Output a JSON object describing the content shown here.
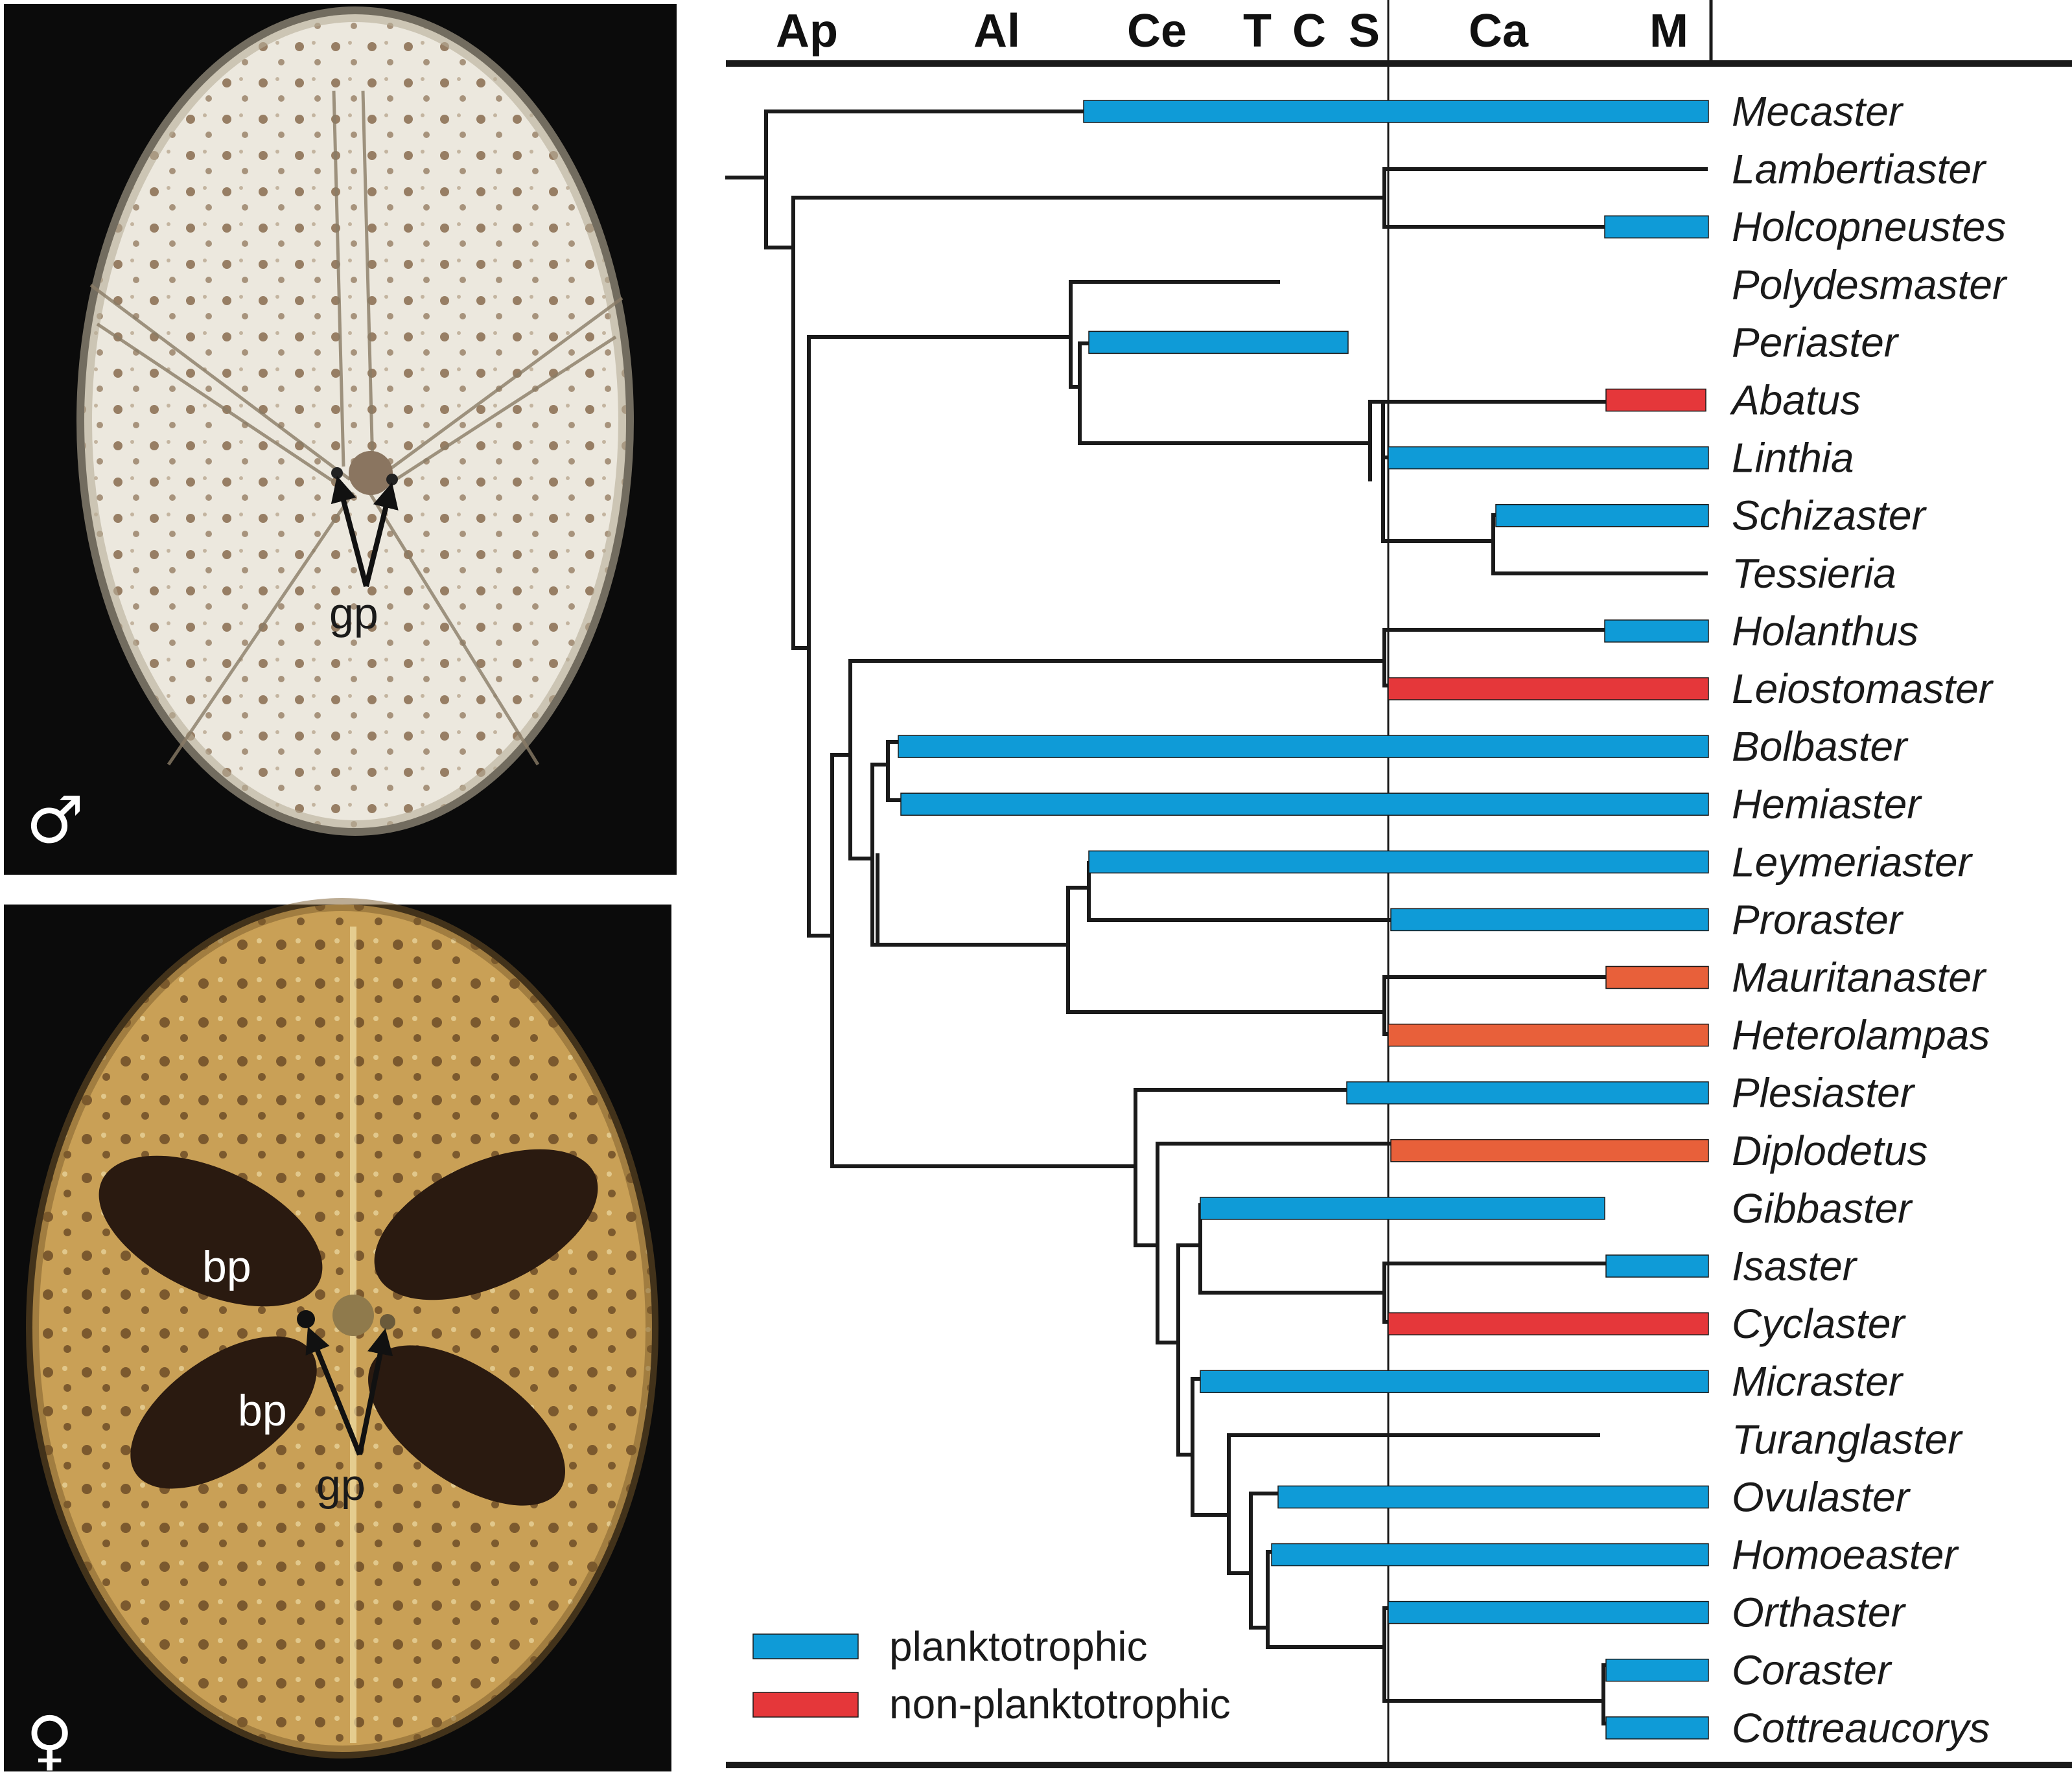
{
  "colors": {
    "planktotrophic": "#0f9bd7",
    "non_planktotrophic_red": "#e5373a",
    "non_planktotrophic_orange": "#e8603a",
    "male_test": "#ece8de",
    "female_test": "#c9a056",
    "photo_background": "#0b0b0b"
  },
  "photos": {
    "male": {
      "sex_symbol": "♂",
      "label_gp": "gp"
    },
    "female": {
      "sex_symbol": "♀",
      "label_bp_upper": "bp",
      "label_bp_lower": "bp",
      "label_gp": "gp"
    }
  },
  "chart_data": {
    "type": "phylogeny-timeline",
    "stages": [
      "Ap",
      "Al",
      "Ce",
      "T",
      "C",
      "S",
      "Ca",
      "M"
    ],
    "legend": [
      {
        "label": "planktotrophic",
        "color_key": "planktotrophic"
      },
      {
        "label": "non-planktotrophic",
        "color_key": "non_planktotrophic_red"
      }
    ],
    "taxa": [
      {
        "name": "Mecaster",
        "bar": "planktotrophic"
      },
      {
        "name": "Lambertiaster",
        "bar": "none"
      },
      {
        "name": "Holcopneustes",
        "bar": "planktotrophic"
      },
      {
        "name": "Polydesmaster",
        "bar": "none"
      },
      {
        "name": "Periaster",
        "bar": "planktotrophic"
      },
      {
        "name": "Abatus",
        "bar": "non-planktotrophic"
      },
      {
        "name": "Linthia",
        "bar": "planktotrophic"
      },
      {
        "name": "Schizaster",
        "bar": "planktotrophic"
      },
      {
        "name": "Tessieria",
        "bar": "none"
      },
      {
        "name": "Holanthus",
        "bar": "planktotrophic"
      },
      {
        "name": "Leiostomaster",
        "bar": "non-planktotrophic"
      },
      {
        "name": "Bolbaster",
        "bar": "planktotrophic"
      },
      {
        "name": "Hemiaster",
        "bar": "planktotrophic"
      },
      {
        "name": "Leymeriaster",
        "bar": "planktotrophic"
      },
      {
        "name": "Proraster",
        "bar": "planktotrophic"
      },
      {
        "name": "Mauritanaster",
        "bar": "non-planktotrophic"
      },
      {
        "name": "Heterolampas",
        "bar": "non-planktotrophic"
      },
      {
        "name": "Plesiaster",
        "bar": "planktotrophic"
      },
      {
        "name": "Diplodetus",
        "bar": "non-planktotrophic"
      },
      {
        "name": "Gibbaster",
        "bar": "planktotrophic"
      },
      {
        "name": "Isaster",
        "bar": "planktotrophic"
      },
      {
        "name": "Cyclaster",
        "bar": "non-planktotrophic"
      },
      {
        "name": "Micraster",
        "bar": "planktotrophic"
      },
      {
        "name": "Turanglaster",
        "bar": "none"
      },
      {
        "name": "Ovulaster",
        "bar": "planktotrophic"
      },
      {
        "name": "Homoeaster",
        "bar": "planktotrophic"
      },
      {
        "name": "Orthaster",
        "bar": "planktotrophic"
      },
      {
        "name": "Coraster",
        "bar": "planktotrophic"
      },
      {
        "name": "Cottreaucorys",
        "bar": "planktotrophic"
      }
    ]
  }
}
